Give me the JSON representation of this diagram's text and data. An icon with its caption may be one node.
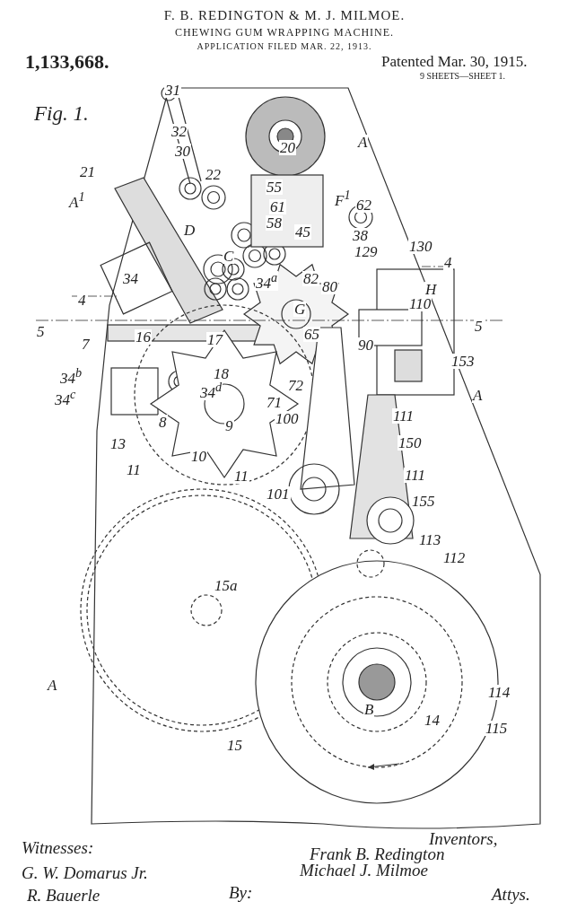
{
  "diagram": {
    "labels": [
      "F. B. REDINGTON & M. J. MILMOE.",
      "CHEWING GUM WRAPPING MACHINE.",
      "APPLICATION FILED MAR. 22, 1913.",
      "1,133,668.",
      "Patented Mar. 30, 1915.",
      "9 SHEETS—SHEET 1.",
      "Fig. 1.",
      "31",
      "20",
      "32",
      "30",
      "A",
      "21",
      "22",
      "A$^{1}$",
      "55",
      "F$^{1}$",
      "61",
      "62",
      "D",
      "58",
      "45",
      "38",
      "C",
      "129",
      "130",
      "4",
      "34",
      "34$^{a}$",
      "82",
      "80",
      "H",
      "4",
      "G",
      "110",
      "5",
      "5",
      "7",
      "16",
      "17",
      "65",
      "90",
      "153",
      "34$^{b}$",
      "18",
      "34$^{d}$",
      "72",
      "34$^{c}$",
      "71",
      "A",
      "8",
      "9",
      "100",
      "111",
      "13",
      "150",
      "10",
      "11",
      "11",
      "111",
      "101",
      "155",
      "113",
      "112",
      "15a",
      "A",
      "114",
      "B",
      "14",
      "115",
      "15",
      "Witnesses:",
      "G. W. Domarus Jr.",
      "R. Bauerle",
      "Inventors,",
      "Frank B. Redington",
      "Michael J. Milmoe",
      "By:",
      "Attys."
    ]
  }
}
